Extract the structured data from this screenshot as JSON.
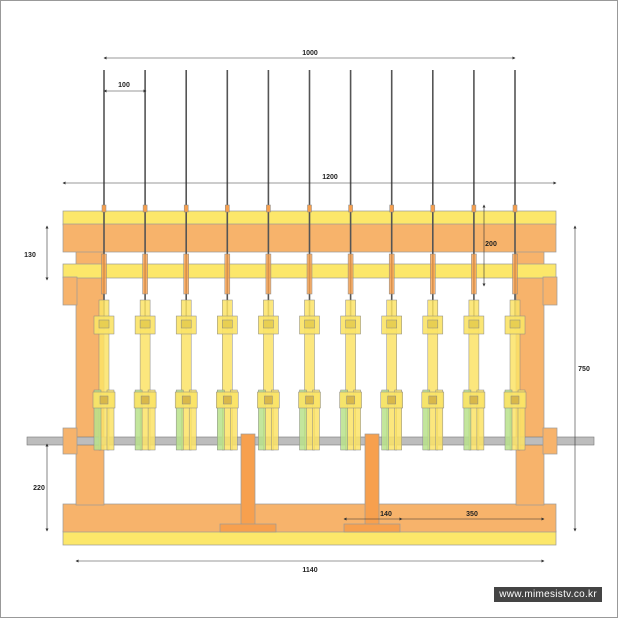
{
  "dimensions": {
    "overall_rod_span": "1000",
    "rod_pitch": "100",
    "top_beam_width": "1200",
    "rail_gap": "130",
    "rod_drop": "200",
    "frame_height": "750",
    "bottom_offset": "220",
    "post_width": "140",
    "post_offset": "350",
    "base_width": "1140"
  },
  "colors": {
    "frame": "#f7b36b",
    "rail": "#fce76a",
    "linkage": "#fbe366",
    "linkage_lower": "#b9e28b",
    "rod": "#555555",
    "post": "#f7a04e",
    "shaft": "#bdbdbd"
  },
  "watermark": "www.mimesistv.co.kr"
}
